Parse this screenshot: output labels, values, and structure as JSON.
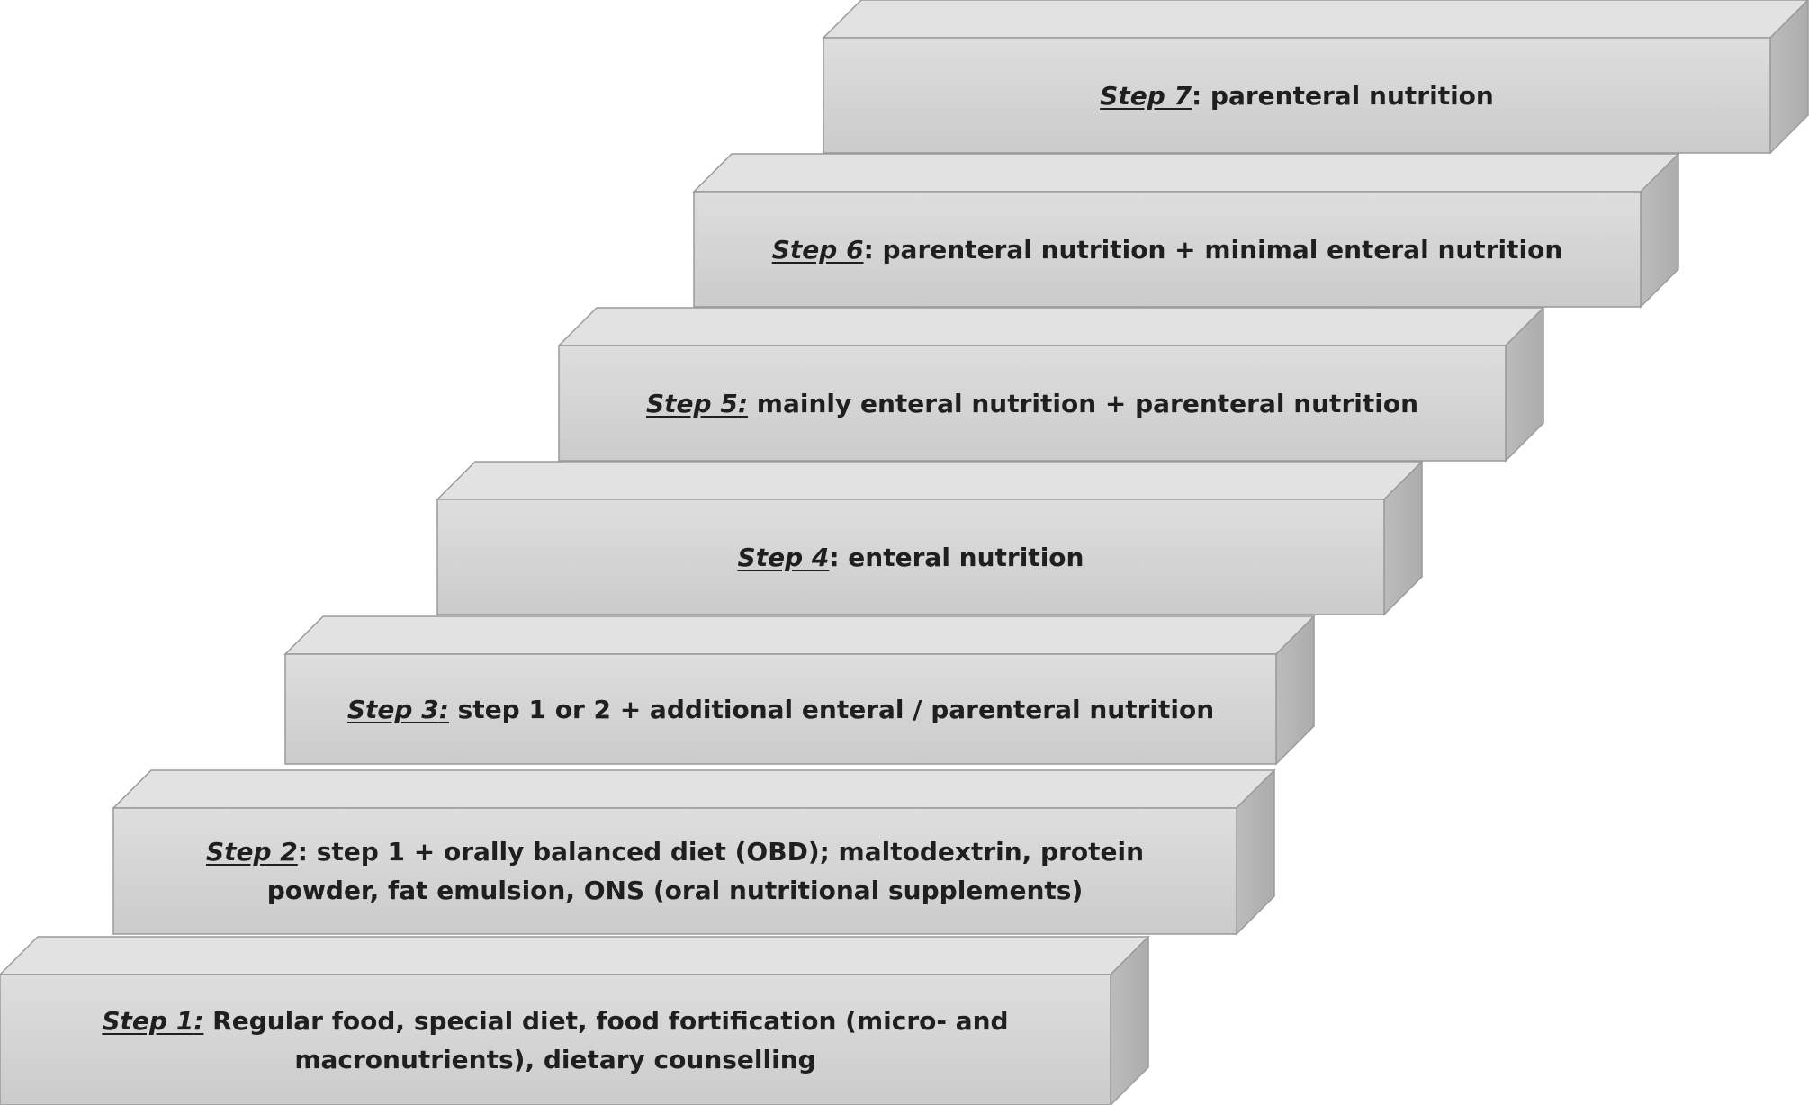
{
  "colors": {
    "top_face": "#e2e2e2",
    "front_top": "#dedede",
    "front_bottom": "#cbcbcb",
    "side_face": "#b7b7b7",
    "edge": "#9a9a9a",
    "text": "#1f1f1f"
  },
  "steps": [
    {
      "name": "Step 1",
      "sep": ":",
      "text": " Regular food, special diet, food fortification (micro- and macronutrients), dietary counselling"
    },
    {
      "name": "Step 2",
      "sep": ":",
      "text": " step 1 + orally balanced diet (OBD); maltodextrin, protein powder, fat emulsion, ONS (oral nutritional supplements)"
    },
    {
      "name": "Step 3",
      "sep": ":",
      "text": " step 1 or 2 + additional enteral / parenteral nutrition"
    },
    {
      "name": "Step 4",
      "sep": ":",
      "text": " enteral nutrition"
    },
    {
      "name": "Step 5",
      "sep": ":",
      "text": " mainly enteral nutrition + parenteral nutrition"
    },
    {
      "name": "Step 6",
      "sep": ":",
      "text": " parenteral nutrition + minimal enteral nutrition"
    },
    {
      "name": "Step 7",
      "sep": ":",
      "text": " parenteral nutrition"
    }
  ]
}
